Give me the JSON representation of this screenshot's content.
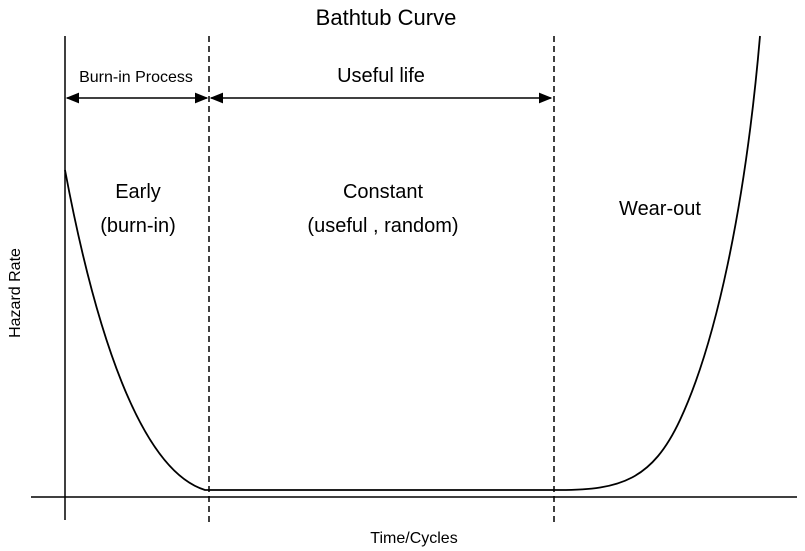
{
  "diagram": {
    "title": "Bathtub Curve",
    "y_axis_label": "Hazard Rate",
    "x_axis_label": "Time/Cycles",
    "spans": {
      "burn_in": "Burn-in Process",
      "useful_life": "Useful life"
    },
    "regions": {
      "early_line1": "Early",
      "early_line2": "(burn-in)",
      "constant_line1": "Constant",
      "constant_line2": "(useful , random)",
      "wear_out": "Wear-out"
    },
    "colors": {
      "line": "#000000",
      "background": "#ffffff"
    }
  }
}
